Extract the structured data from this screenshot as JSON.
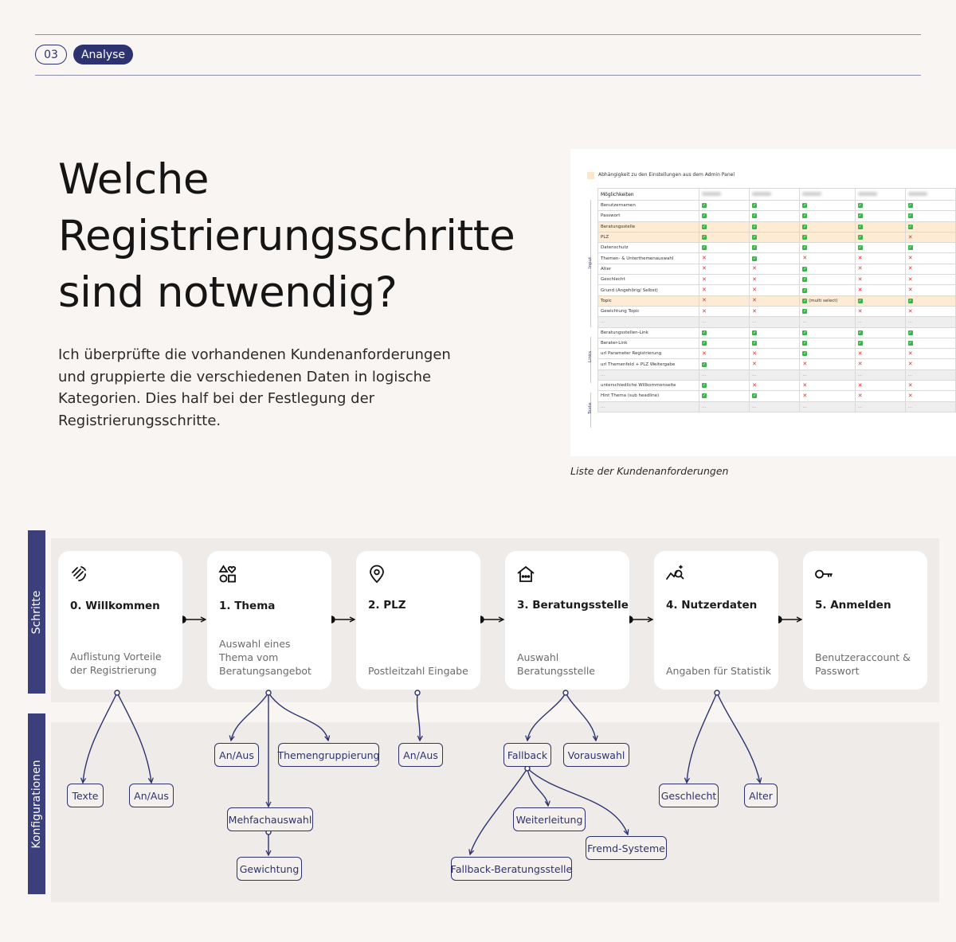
{
  "header": {
    "number": "03",
    "section": "Analyse"
  },
  "title_lines": [
    "Welche",
    "Registrierungsschritte",
    "sind notwendig?"
  ],
  "intro": "Ich überprüfte die vorhandenen Kundenanforderungen und gruppierte die verschiedenen Daten in logische Kategorien. Dies half bei der Festlegung der Registrierungsschritte.",
  "screenshot": {
    "legend": "Abhängigkeit zu den Einstellungen aus dem Admin Panel",
    "header": "Möglichkeiten",
    "groups": [
      "Input",
      "Links",
      "Texte"
    ],
    "rows": [
      {
        "label": "Benutzernamen",
        "cells": [
          "ok",
          "ok",
          "ok",
          "ok",
          "ok"
        ]
      },
      {
        "label": "Passwort",
        "cells": [
          "ok",
          "ok",
          "ok",
          "ok",
          "ok"
        ]
      },
      {
        "label": "Beratungsstelle",
        "cells": [
          "ok",
          "ok",
          "ok",
          "ok",
          "ok"
        ],
        "hl": true
      },
      {
        "label": "PLZ",
        "cells": [
          "ok",
          "ok",
          "ok",
          "ok",
          "no"
        ],
        "hl": true
      },
      {
        "label": "Datenschutz",
        "cells": [
          "ok",
          "ok",
          "ok",
          "ok",
          "ok"
        ]
      },
      {
        "label": "Themen- & Unterthemenauswahl",
        "cells": [
          "no",
          "ok",
          "no",
          "no",
          "no"
        ]
      },
      {
        "label": "Alter",
        "cells": [
          "no",
          "no",
          "ok",
          "no",
          "no"
        ]
      },
      {
        "label": "Geschlecht",
        "cells": [
          "no",
          "no",
          "ok",
          "no",
          "no"
        ]
      },
      {
        "label": "Grund (Angehörig/ Selbst)",
        "cells": [
          "no",
          "no",
          "ok",
          "no",
          "no"
        ]
      },
      {
        "label": "Topic",
        "cells": [
          "no",
          "no",
          "ok (multi select)",
          "ok",
          "ok"
        ],
        "hl": true
      },
      {
        "label": "Gewichtung Topic",
        "cells": [
          "no",
          "no",
          "ok",
          "no",
          "no"
        ]
      },
      {
        "label": "...",
        "cells": [
          "...",
          "...",
          "...",
          "...",
          "..."
        ],
        "sep": true
      },
      {
        "label": "Beratungsstellen-Link",
        "cells": [
          "ok",
          "ok",
          "ok",
          "ok",
          "ok"
        ]
      },
      {
        "label": "Berater-Link",
        "cells": [
          "ok",
          "ok",
          "ok",
          "ok",
          "ok"
        ]
      },
      {
        "label": "url Parameter Registrierung",
        "cells": [
          "no",
          "no",
          "ok",
          "no",
          "no"
        ]
      },
      {
        "label": "url Themenfeld + PLZ Weitergabe",
        "cells": [
          "ok",
          "no",
          "no",
          "no",
          "no"
        ]
      },
      {
        "label": "...",
        "cells": [
          "...",
          "...",
          "...",
          "...",
          "..."
        ],
        "sep": true
      },
      {
        "label": "unterschiedliche Willkommenseite",
        "cells": [
          "ok",
          "no",
          "no",
          "no",
          "no"
        ]
      },
      {
        "label": "Hint Thema (sub headline)",
        "cells": [
          "ok",
          "ok",
          "no",
          "no",
          "no"
        ]
      },
      {
        "label": "...",
        "cells": [
          "...",
          "...",
          "...",
          "...",
          "..."
        ],
        "sep": true
      }
    ],
    "caption": "Liste der Kundenanforderungen"
  },
  "lanes": {
    "steps": "Schritte",
    "configs": "Konfigurationen"
  },
  "steps": [
    {
      "icon": "hand-wave-icon",
      "title": "0. Willkommen",
      "desc": "Auflistung Vorteile der Registrierung"
    },
    {
      "icon": "shapes-icon",
      "title": "1. Thema",
      "desc": "Auswahl eines Thema vom Beratungsangebot"
    },
    {
      "icon": "location-pin-icon",
      "title": "2. PLZ",
      "desc": "Postleitzahl Eingabe"
    },
    {
      "icon": "house-icon",
      "title": "3. Beratungsstelle",
      "desc": "Auswahl Beratungsstelle"
    },
    {
      "icon": "chart-search-icon",
      "title": "4. Nutzerdaten",
      "desc": "Angaben für Statistik"
    },
    {
      "icon": "key-icon",
      "title": "5. Anmelden",
      "desc": "Benutzeraccount & Passwort"
    }
  ],
  "configs": {
    "texte": "Texte",
    "anaus_0": "An/Aus",
    "anaus_1": "An/Aus",
    "themengruppierung": "Themengruppierung",
    "mehrfachauswahl": "Mehfachauswahl",
    "gewichtung": "Gewichtung",
    "anaus_2": "An/Aus",
    "fallback": "Fallback",
    "vorauswahl": "Vorauswahl",
    "weiterleitung": "Weiterleitung",
    "fremd": "Fremd-Systeme",
    "fallback_stelle": "Fallback-Beratungsstelle",
    "geschlecht": "Geschlecht",
    "alter": "Alter"
  },
  "colors": {
    "navy": "#2d3370",
    "tab": "#3b3f7c",
    "background": "#f8f5f2",
    "band": "#efebe8",
    "highlight": "#fdebd3"
  }
}
